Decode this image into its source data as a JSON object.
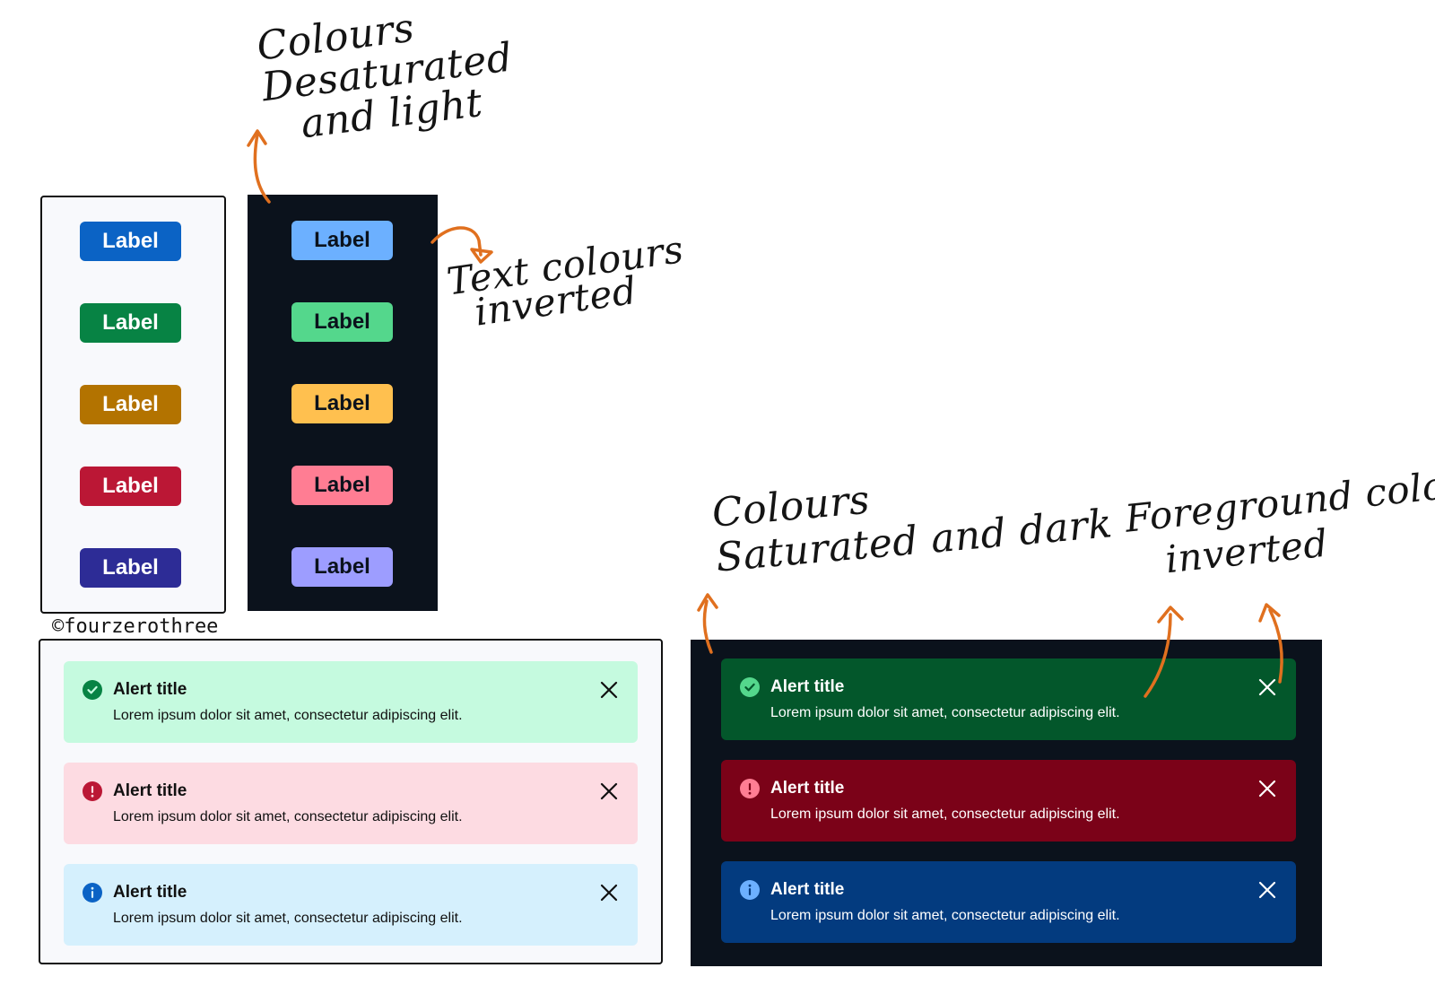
{
  "annotations": {
    "light_label_note": [
      "Colours",
      "Desaturated",
      "and light"
    ],
    "text_inverted_note": [
      "Text colours",
      "inverted"
    ],
    "dark_alert_note": [
      "Colours",
      "Saturated and dark"
    ],
    "foreground_note": [
      "Foreground colours",
      "inverted"
    ],
    "handle": "©fourzerothree",
    "arrow_color": "#e0701f"
  },
  "light_labels": {
    "items": [
      {
        "text": "Label",
        "bg": "#0b63c5",
        "fg": "#ffffff"
      },
      {
        "text": "Label",
        "bg": "#078344",
        "fg": "#ffffff"
      },
      {
        "text": "Label",
        "bg": "#b37300",
        "fg": "#ffffff"
      },
      {
        "text": "Label",
        "bg": "#bb1735",
        "fg": "#ffffff"
      },
      {
        "text": "Label",
        "bg": "#2d2c96",
        "fg": "#ffffff"
      }
    ]
  },
  "dark_labels": {
    "items": [
      {
        "text": "Label",
        "bg": "#6cb0ff",
        "fg": "#0b121c"
      },
      {
        "text": "Label",
        "bg": "#54d78c",
        "fg": "#0b121c"
      },
      {
        "text": "Label",
        "bg": "#ffc04f",
        "fg": "#0b121c"
      },
      {
        "text": "Label",
        "bg": "#ff7d93",
        "fg": "#0b121c"
      },
      {
        "text": "Label",
        "bg": "#9d9dff",
        "fg": "#0b121c"
      }
    ]
  },
  "light_alerts": [
    {
      "icon": "check-circle-icon",
      "title": "Alert title",
      "body": "Lorem ipsum dolor sit amet, consectetur adipiscing elit.",
      "bg": "#c5fadf",
      "icon_color": "#078344",
      "fg": "#111111"
    },
    {
      "icon": "exclamation-circle-icon",
      "title": "Alert title",
      "body": "Lorem ipsum dolor sit amet, consectetur adipiscing elit.",
      "bg": "#fddbe2",
      "icon_color": "#bb1735",
      "fg": "#111111"
    },
    {
      "icon": "info-circle-icon",
      "title": "Alert title",
      "body": "Lorem ipsum dolor sit amet, consectetur adipiscing elit.",
      "bg": "#d5f0fd",
      "icon_color": "#0b63c5",
      "fg": "#111111"
    }
  ],
  "dark_alerts": [
    {
      "icon": "check-circle-icon",
      "title": "Alert title",
      "body": "Lorem ipsum dolor sit amet, consectetur adipiscing elit.",
      "bg": "#03572b",
      "icon_color": "#54d78c",
      "fg": "#ffffff"
    },
    {
      "icon": "exclamation-circle-icon",
      "title": "Alert title",
      "body": "Lorem ipsum dolor sit amet, consectetur adipiscing elit.",
      "bg": "#7b0218",
      "icon_color": "#ff7d93",
      "fg": "#ffffff"
    },
    {
      "icon": "info-circle-icon",
      "title": "Alert title",
      "body": "Lorem ipsum dolor sit amet, consectetur adipiscing elit.",
      "bg": "#033b7f",
      "icon_color": "#6cb0ff",
      "fg": "#ffffff"
    }
  ]
}
